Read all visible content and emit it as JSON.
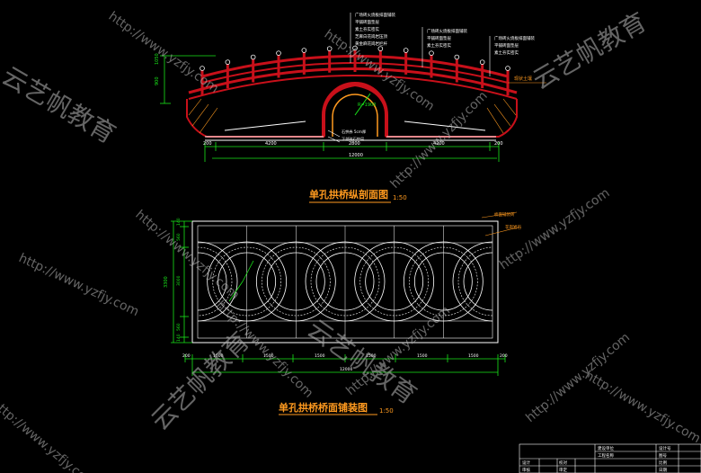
{
  "colors": {
    "background": "#000000",
    "bridge": "#c8101a",
    "dimension": "#19e619",
    "line": "#ffffff",
    "title": "#ff9a1f",
    "leader": "#ff9a1f",
    "watermark": "#b9b9b9",
    "annotation": "#ffffff"
  },
  "section": {
    "title": "单孔拱桥纵剖面图",
    "scale": "1:50",
    "height_dim": "900",
    "top_dim": "1050",
    "dims_bottom": [
      "200",
      "4200",
      "2800",
      "4200",
      "200"
    ],
    "total_dim": "12000",
    "radius_label": "R=1900",
    "ground_label": "现状土壤",
    "arch_notes": [
      "石拱券 5cm厚",
      "下部碎石垫层"
    ],
    "notes_left": [
      "广场砖火烧板排面铺装",
      "平铺砖面垫层",
      "素土夯实密实",
      "芝麻白花岗岩压顶",
      "黄金麻花岗岩栏杆"
    ],
    "notes_mid": [
      "广场砖火烧板排面铺装",
      "平铺砖面垫层",
      "素土夯实密实"
    ],
    "notes_right": [
      "广场砖火烧板排面铺装",
      "平铺砖面垫层",
      "素土夯实密实"
    ]
  },
  "plan": {
    "title": "单孔拱桥桥面铺装图",
    "scale": "1:50",
    "dims_left": [
      "140",
      "560",
      "3000",
      "560",
      "140"
    ],
    "dims_bottom": [
      "200",
      "1500",
      "1500",
      "1500",
      "1500",
      "1500",
      "1500",
      "200"
    ],
    "total_dim": "12000",
    "side_total": "3300",
    "labels": [
      "桥面铺装砖",
      "花岗岩石"
    ]
  },
  "watermark": {
    "url": "http://www.yzfjy.com",
    "brand": "云艺帆教育"
  },
  "title_block": {
    "cells": [
      "建设单位",
      "设计号",
      "工程名称",
      "图号",
      "设计",
      "校对",
      "比例",
      "审核",
      "审定",
      "日期"
    ]
  }
}
